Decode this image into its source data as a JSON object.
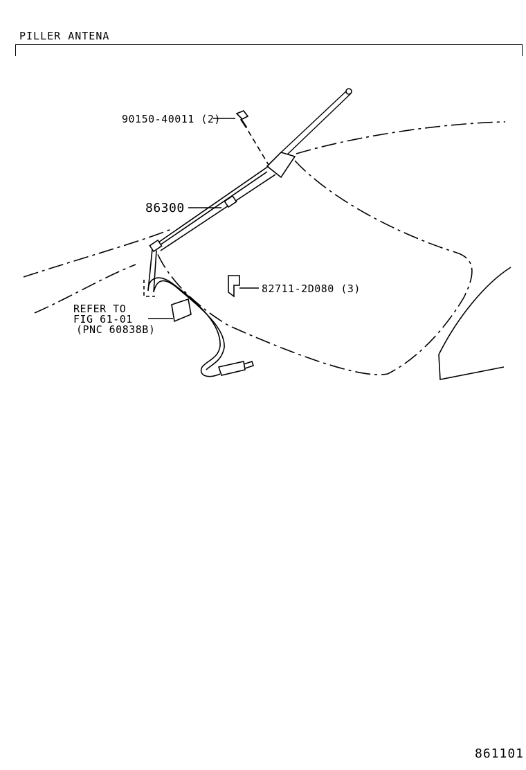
{
  "header": {
    "title": "PILLER ANTENA"
  },
  "parts": {
    "bolt": {
      "number": "90150-40011",
      "qty": "(2)"
    },
    "antenna": {
      "number": "86300"
    },
    "clip": {
      "number": "82711-2D080",
      "qty": "(3)"
    }
  },
  "reference": {
    "line1": "REFER TO",
    "line2": "FIG 61-01",
    "line3": "(PNC 60838B)"
  },
  "footer": {
    "figure_number": "861101"
  }
}
